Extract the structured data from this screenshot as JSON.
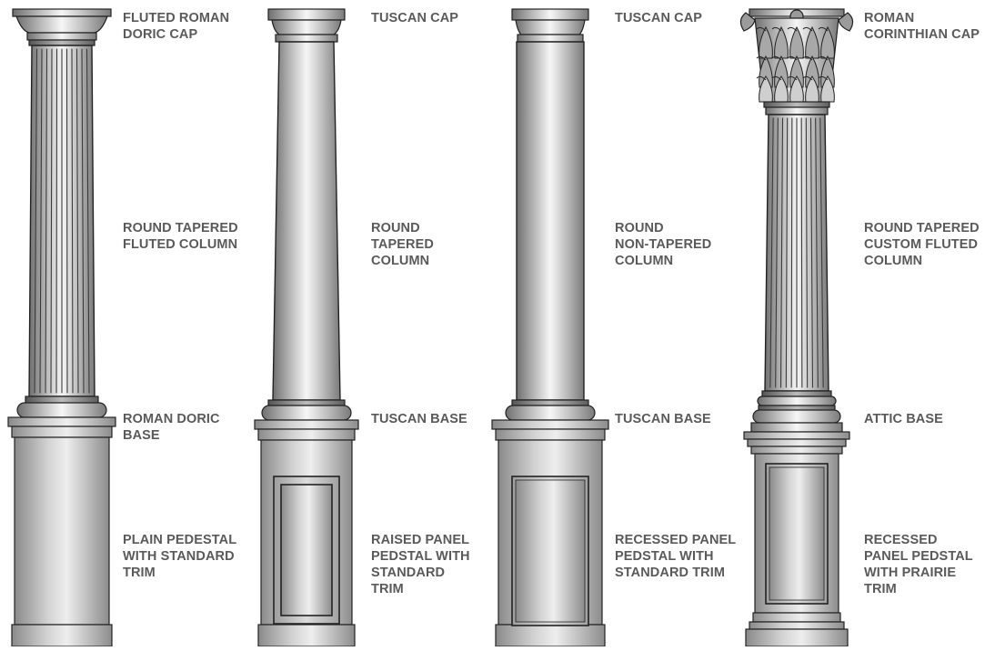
{
  "columns": [
    {
      "id": "col1",
      "labels": {
        "cap": [
          "FLUTED ROMAN",
          "DORIC CAP"
        ],
        "shaft": [
          "ROUND TAPERED",
          "FLUTED COLUMN"
        ],
        "base": [
          "ROMAN DORIC",
          "BASE"
        ],
        "pedestal": [
          "PLAIN PEDESTAL",
          "WITH STANDARD",
          "TRIM"
        ]
      }
    },
    {
      "id": "col2",
      "labels": {
        "cap": [
          "TUSCAN CAP"
        ],
        "shaft": [
          "ROUND",
          "TAPERED",
          "COLUMN"
        ],
        "base": [
          "TUSCAN BASE"
        ],
        "pedestal": [
          "RAISED PANEL",
          "PEDSTAL WITH",
          "STANDARD",
          "TRIM"
        ]
      }
    },
    {
      "id": "col3",
      "labels": {
        "cap": [
          "TUSCAN CAP"
        ],
        "shaft": [
          "ROUND",
          "NON-TAPERED",
          "COLUMN"
        ],
        "base": [
          "TUSCAN BASE"
        ],
        "pedestal": [
          "RECESSED PANEL",
          "PEDSTAL WITH",
          "STANDARD TRIM"
        ]
      }
    },
    {
      "id": "col4",
      "labels": {
        "cap": [
          "ROMAN",
          "CORINTHIAN CAP"
        ],
        "shaft": [
          "ROUND TAPERED",
          "CUSTOM FLUTED",
          "COLUMN"
        ],
        "base": [
          "ATTIC BASE"
        ],
        "pedestal": [
          "RECESSED",
          "PANEL PEDSTAL",
          "WITH PRAIRIE",
          "TRIM"
        ]
      }
    }
  ],
  "colors": {
    "label": "#5a5a5a",
    "stone_dark": "#6f6f6f",
    "stone_mid": "#c4c4c4",
    "stone_light": "#f4f4f4",
    "outline": "#222222"
  }
}
